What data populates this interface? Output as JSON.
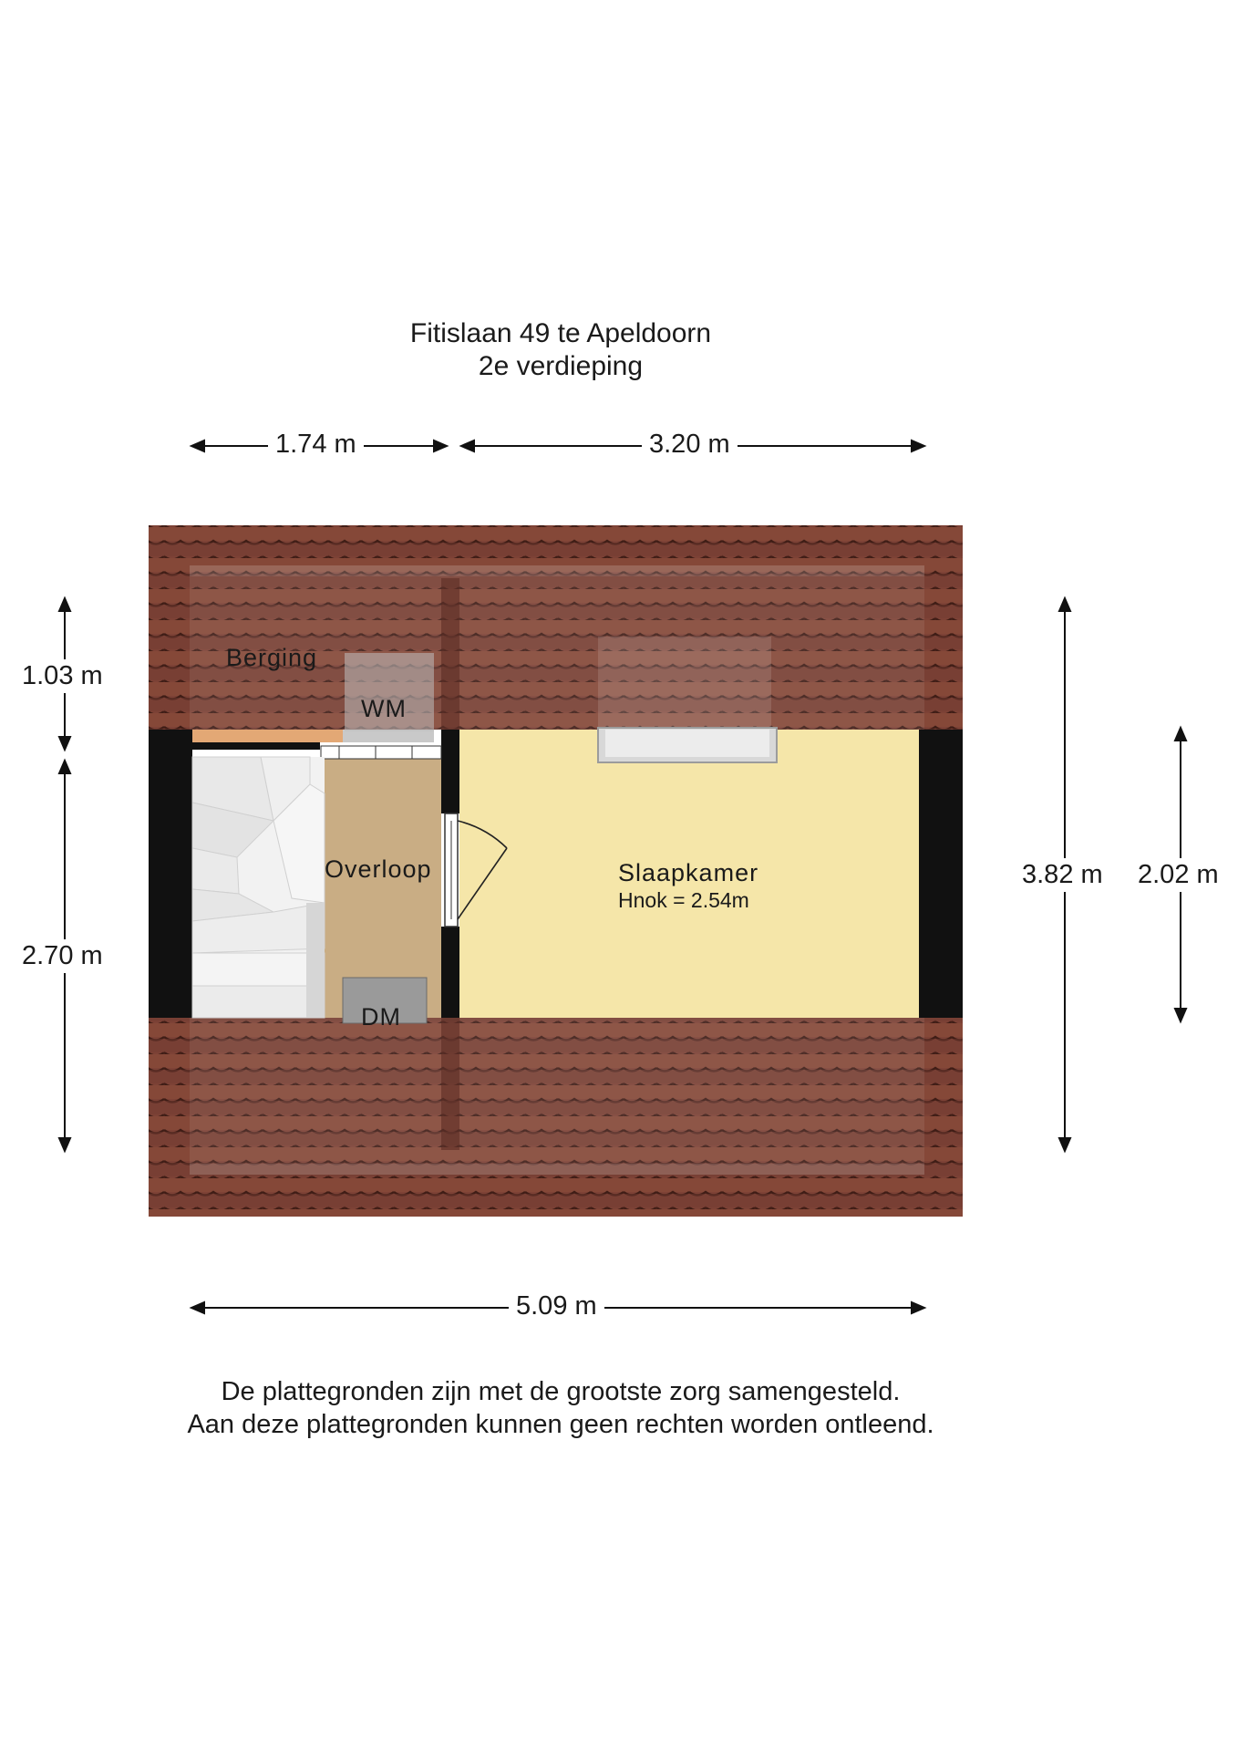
{
  "header": {
    "address": "Fitislaan 49 te Apeldoorn",
    "floor": "2e verdieping"
  },
  "dimensions": {
    "top_left": "1.74 m",
    "top_right": "3.20 m",
    "bottom": "5.09 m",
    "left_upper": "1.03 m",
    "left_lower": "2.70 m",
    "right_outer": "3.82 m",
    "right_inner": "2.02 m"
  },
  "rooms": {
    "berging": "Berging",
    "wm": "WM",
    "overloop": "Overloop",
    "dm": "DM",
    "slaapkamer": "Slaapkamer",
    "slaapkamer_note": "Hnok = 2.54m"
  },
  "footer": {
    "line1": "De plattegronden zijn met de grootste zorg samengesteld.",
    "line2": "Aan deze plattegronden kunnen geen rechten worden ontleend."
  },
  "colors": {
    "roof": "#7a3f33",
    "bedroom_floor": "#f5e6a9",
    "landing_floor": "#c9ad84",
    "storage_floor": "#e3a875",
    "wall": "#111111"
  }
}
